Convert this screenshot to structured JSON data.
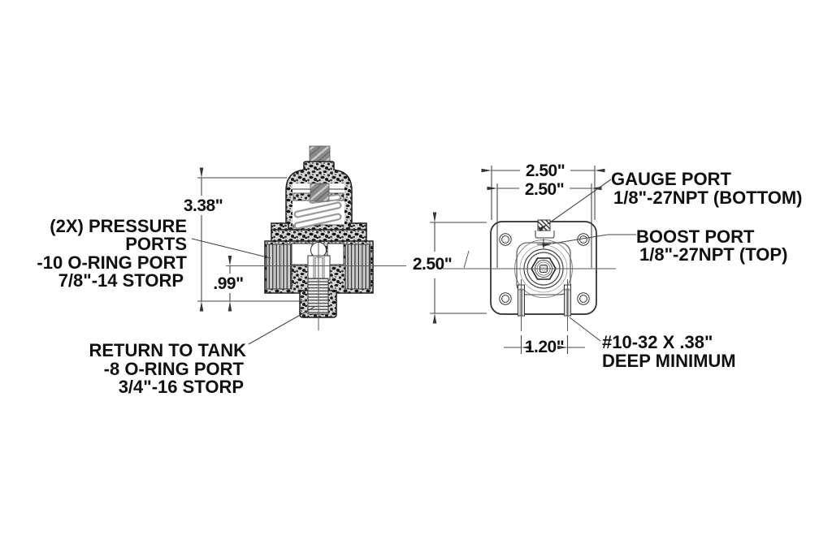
{
  "view": {
    "type": "technical-drawing",
    "subject": "fuel pressure regulator",
    "background": "#ffffff"
  },
  "colors": {
    "line": "#333333",
    "text": "#101010",
    "screw_fill": "#8a8a8a",
    "cast_section_fill": "#d4d4d4"
  },
  "left_view": {
    "name": "side section view",
    "callouts": {
      "pressure_ports": {
        "line1": "(2X) PRESSURE",
        "line2": "PORTS",
        "line3": "-10 O-RING PORT",
        "line4": "7/8\"-14 STORP"
      },
      "return_to_tank": {
        "line1": "RETURN TO TANK",
        "line2": "-8 O-RING PORT",
        "line3": "3/4\"-16 STORP"
      }
    },
    "dimensions": {
      "overall_height": "3.38\"",
      "port_center_height": ".99\""
    }
  },
  "right_view": {
    "name": "bottom flange view",
    "callouts": {
      "gauge_port": {
        "line1": "GAUGE PORT",
        "line2": "1/8\"-27NPT (BOTTOM)"
      },
      "boost_port": {
        "line1": "BOOST PORT",
        "line2": "1/8\"-27NPT (TOP)"
      },
      "mounting_stud": {
        "line1": "#10-32 X .38\"",
        "line2": "DEEP MINIMUM"
      }
    },
    "dimensions": {
      "flange_width": "2.50\"",
      "bolt_pattern_width": "2.50\"",
      "flange_height": "2.50\"",
      "stud_spacing": "1.20\""
    }
  }
}
